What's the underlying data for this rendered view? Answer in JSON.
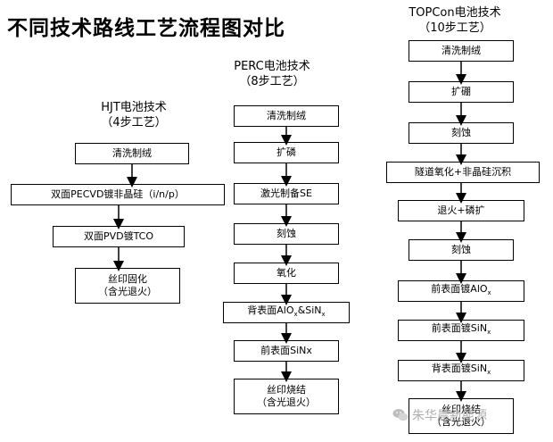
{
  "title": "不同技术路线工艺流程图对比",
  "hjt": {
    "name": "HJT电池技术",
    "steps_label": "（4步工艺）",
    "steps": [
      "清洗制绒",
      "双面PECVD镀非晶硅（i/n/p）",
      "双面PVD镀TCO"
    ],
    "last": {
      "line1": "丝印固化",
      "line2": "（含光退火）"
    }
  },
  "perc": {
    "name": "PERC电池技术",
    "steps_label": "（8步工艺）",
    "steps": [
      "清洗制绒",
      "扩磷",
      "激光制备SE",
      "刻蚀",
      "氧化",
      "背表面AlOx&SiNx",
      "前表面SiNx"
    ],
    "last": {
      "line1": "丝印烧结",
      "line2": "（含光退火）"
    }
  },
  "topcon": {
    "name": "TOPCon电池技术",
    "steps_label": "（10步工艺）",
    "steps": [
      "清洗制绒",
      "扩硼",
      "刻蚀",
      "隧道氧化+非晶硅沉积",
      "退火+磷扩",
      "刻蚀",
      "前表面镀AlOx",
      "前表面镀SiNx",
      "背表面镀SiNx"
    ],
    "last": {
      "line1": "丝印烧结",
      "line2": "（含光退火）"
    }
  },
  "watermark": "朱华晨新能源"
}
